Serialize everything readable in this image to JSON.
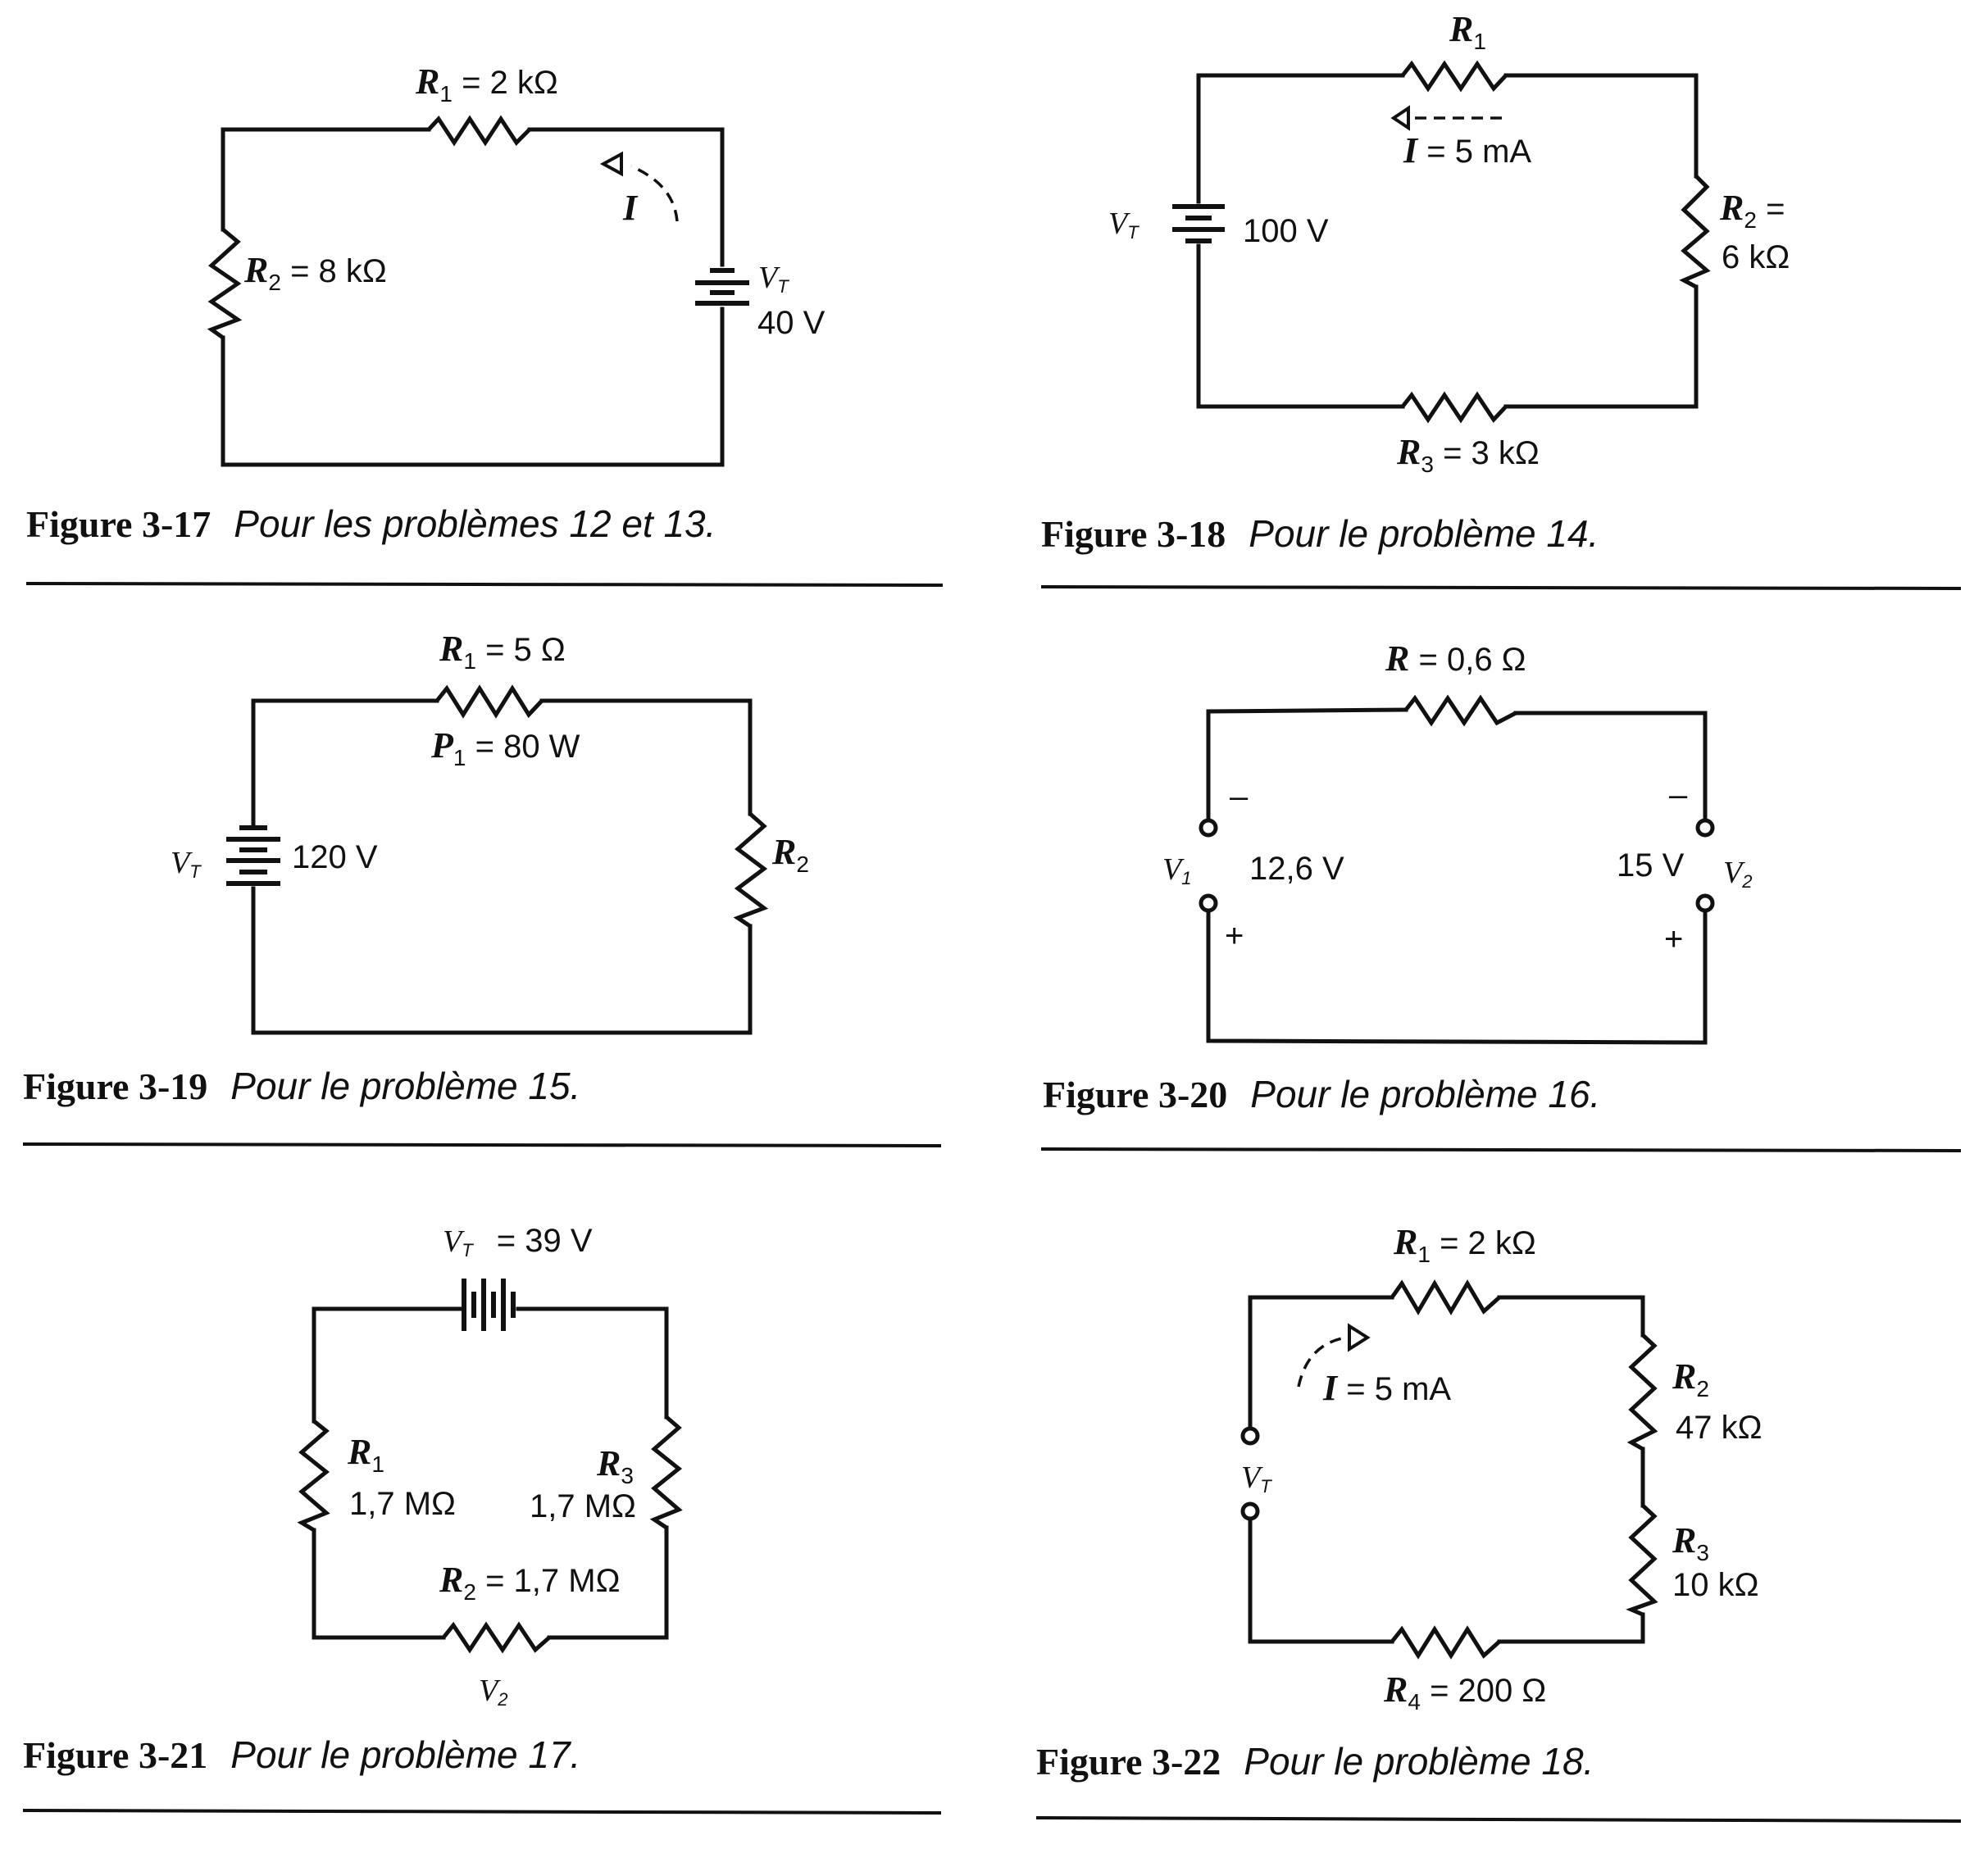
{
  "figures": [
    {
      "id": "3-17",
      "caption_label": "Figure 3-17",
      "caption_text": "Pour les problèmes 12 et 13.",
      "r1": {
        "sym": "R",
        "sub": "1",
        "value": "= 2 kΩ"
      },
      "r2": {
        "sym": "R",
        "sub": "2",
        "value": "= 8 kΩ"
      },
      "source": {
        "sym": "V",
        "sub": "T",
        "value": "40 V"
      },
      "current": {
        "sym": "I"
      }
    },
    {
      "id": "3-18",
      "caption_label": "Figure 3-18",
      "caption_text": "Pour le problème 14.",
      "r1": {
        "sym": "R",
        "sub": "1"
      },
      "r2": {
        "sym": "R",
        "sub": "2",
        "eq": "=",
        "value": "6 kΩ"
      },
      "r3": {
        "sym": "R",
        "sub": "3",
        "value": "= 3 kΩ"
      },
      "source": {
        "sym": "V",
        "sub": "T",
        "value": "100 V"
      },
      "current": {
        "sym": "I",
        "value": "= 5 mA"
      }
    },
    {
      "id": "3-19",
      "caption_label": "Figure 3-19",
      "caption_text": "Pour le problème 15.",
      "r1": {
        "sym": "R",
        "sub": "1",
        "value": "= 5 Ω"
      },
      "p1": {
        "sym": "P",
        "sub": "1",
        "value": "= 80 W"
      },
      "r2": {
        "sym": "R",
        "sub": "2"
      },
      "source": {
        "sym": "V",
        "sub": "T",
        "value": "120 V"
      }
    },
    {
      "id": "3-20",
      "caption_label": "Figure 3-20",
      "caption_text": "Pour le problème 16.",
      "r": {
        "sym": "R",
        "value": "= 0,6 Ω"
      },
      "v1": {
        "sym": "V",
        "sub": "1",
        "value": "12,6 V"
      },
      "v2": {
        "sym": "V",
        "sub": "2",
        "value": "15 V"
      },
      "signs": {
        "minus": "–",
        "plus": "+"
      }
    },
    {
      "id": "3-21",
      "caption_label": "Figure 3-21",
      "caption_text": "Pour le problème 17.",
      "source": {
        "sym": "V",
        "sub": "T",
        "value": "= 39 V"
      },
      "r1": {
        "sym": "R",
        "sub": "1",
        "value": "1,7 MΩ"
      },
      "r2": {
        "sym": "R",
        "sub": "2",
        "value": "= 1,7 MΩ"
      },
      "r3": {
        "sym": "R",
        "sub": "3",
        "value": "1,7 MΩ"
      },
      "v2": {
        "sym": "V",
        "sub": "2"
      }
    },
    {
      "id": "3-22",
      "caption_label": "Figure 3-22",
      "caption_text": "Pour le problème 18.",
      "r1": {
        "sym": "R",
        "sub": "1",
        "value": "= 2 kΩ"
      },
      "r2": {
        "sym": "R",
        "sub": "2",
        "value": "47 kΩ"
      },
      "r3": {
        "sym": "R",
        "sub": "3",
        "value": "10 kΩ"
      },
      "r4": {
        "sym": "R",
        "sub": "4",
        "value": "= 200 Ω"
      },
      "source": {
        "sym": "V",
        "sub": "T"
      },
      "current": {
        "sym": "I",
        "value": "= 5 mA"
      }
    }
  ]
}
